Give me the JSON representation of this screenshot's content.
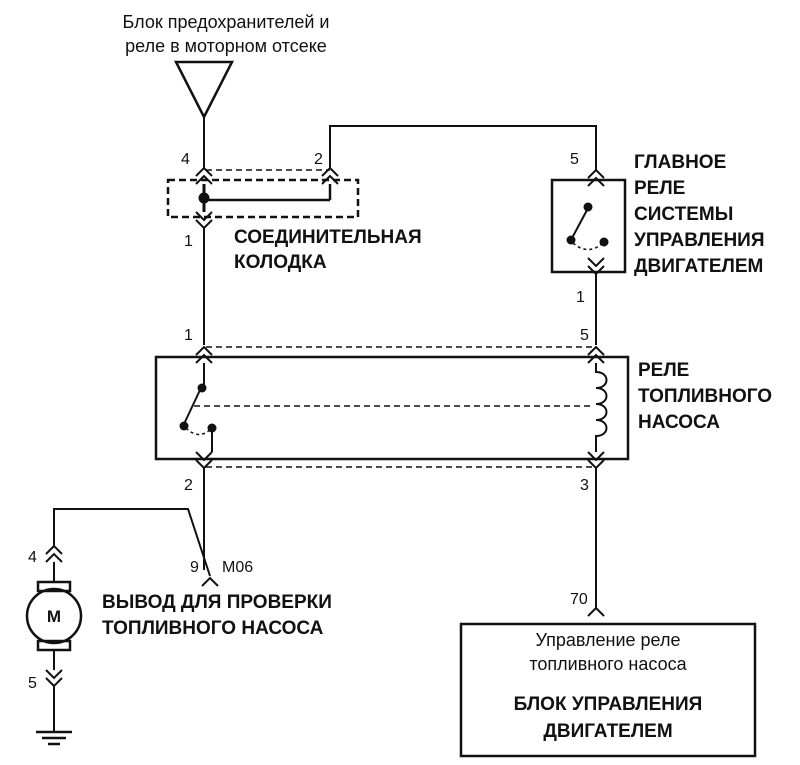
{
  "top_label": {
    "line1": "Блок предохранителей и",
    "line2": "реле в моторном отсеке"
  },
  "connector_block": {
    "name_line1": "СОЕДИНИТЕЛЬНАЯ",
    "name_line2": "КОЛОДКА",
    "pin_top_left": "4",
    "pin_top_right": "2",
    "pin_bottom": "1"
  },
  "main_relay": {
    "name_line1": "ГЛАВНОЕ",
    "name_line2": "РЕЛЕ",
    "name_line3": "СИСТЕМЫ",
    "name_line4": "УПРАВЛЕНИЯ",
    "name_line5": "ДВИГАТЕЛЕМ",
    "pin_top": "5",
    "pin_bottom": "1"
  },
  "fuel_pump_relay": {
    "name_line1": "РЕЛЕ",
    "name_line2": "ТОПЛИВНОГО",
    "name_line3": "НАСОСА",
    "pin_top_left": "1",
    "pin_top_right": "5",
    "pin_bottom_left": "2",
    "pin_bottom_right": "3"
  },
  "test_terminal": {
    "pin": "9",
    "code": "M06",
    "name_line1": "ВЫВОД ДЛЯ ПРОВЕРКИ",
    "name_line2": "ТОПЛИВНОГО НАСОСА"
  },
  "motor": {
    "symbol": "M",
    "pin_top": "4",
    "pin_bottom": "5"
  },
  "ecu": {
    "pin": "70",
    "desc_line1": "Управление реле",
    "desc_line2": "топливного насоса",
    "name_line1": "БЛОК УПРАВЛЕНИЯ",
    "name_line2": "ДВИГАТЕЛЕМ"
  }
}
